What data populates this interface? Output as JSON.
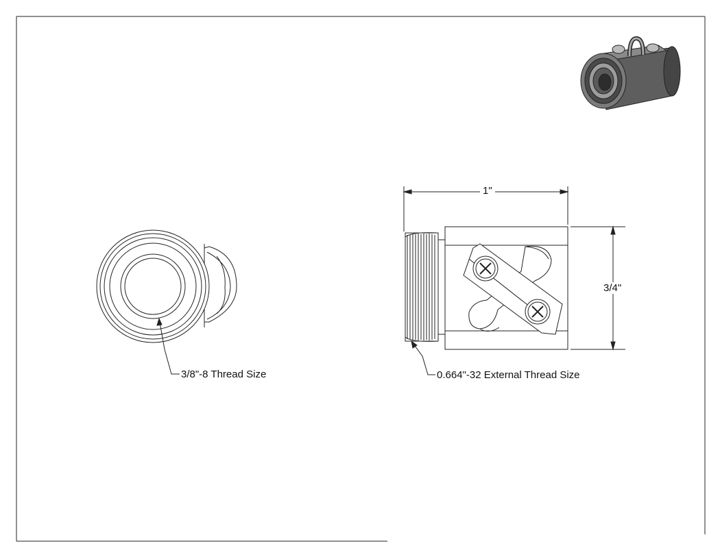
{
  "drawing": {
    "dimension_width": "1\"",
    "dimension_height": "3/4\"",
    "callout_internal_thread": "3/8\"-8 Thread Size",
    "callout_external_thread": "0.664\"-32 External Thread Size"
  }
}
